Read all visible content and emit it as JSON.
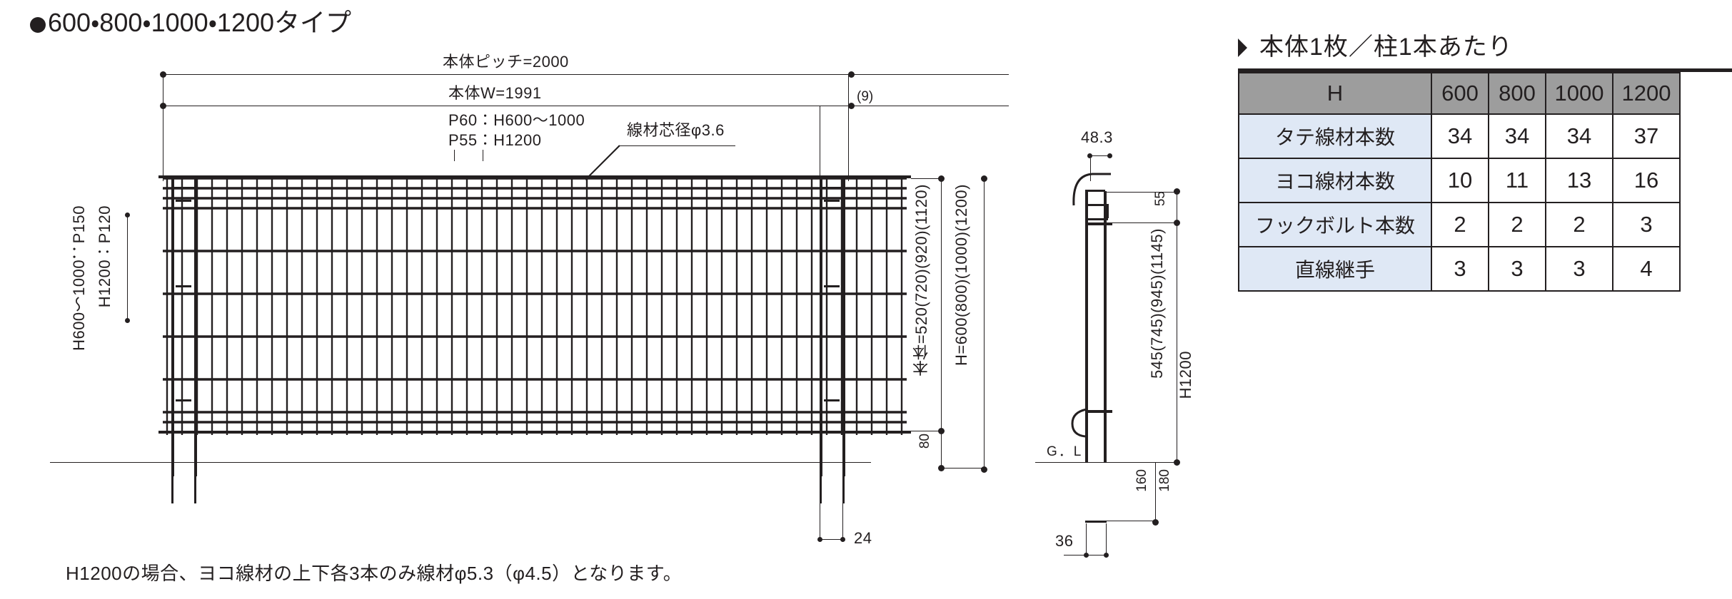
{
  "title": "●600・800・1000・1200タイプ",
  "title_text": "600・800・1000・1200タイプ",
  "elevation": {
    "dim_pitch": "本体ピッチ=2000",
    "dim_width": "本体W=1991",
    "pitch_note_1": "P60：H600〜1000",
    "pitch_note_2": "P55：H1200",
    "wire_dia": "線材芯径φ3.6",
    "gap_right": "(9)",
    "left_pitch_1": "H600〜1000：P150",
    "left_pitch_2": "H1200：P120",
    "body_height": "本体=520(720)(920)(1120)",
    "total_height": "H=600(800)(1000)(1200)",
    "base_dim": "80",
    "post_offset": "24"
  },
  "section": {
    "top_width": "48.3",
    "top_dim": "55",
    "mid_dim": "545(745)(945)(1145)",
    "h_label": "H1200",
    "ground_label": "G．L",
    "embed_1": "160",
    "embed_2": "180",
    "post_width": "36"
  },
  "spec_table": {
    "heading": "◆本体1枚／柱1本あたり",
    "heading_text": "本体1枚／柱1本あたり",
    "columns": [
      "H",
      "600",
      "800",
      "1000",
      "1200"
    ],
    "rows": [
      {
        "label": "タテ線材本数",
        "values": [
          "34",
          "34",
          "34",
          "37"
        ]
      },
      {
        "label": "ヨコ線材本数",
        "values": [
          "10",
          "11",
          "13",
          "16"
        ]
      },
      {
        "label": "フックボルト本数",
        "values": [
          "2",
          "2",
          "2",
          "3"
        ]
      },
      {
        "label": "直線継手",
        "values": [
          "3",
          "3",
          "3",
          "4"
        ]
      }
    ]
  },
  "footnote": "H1200の場合、ヨコ線材の上下各3本のみ線材φ5.3（φ4.5）となります。",
  "colors": {
    "ink": "#231f20",
    "table_header_bg": "#9d9d9d",
    "table_label_bg": "#dfe8f5",
    "background": "#ffffff"
  }
}
